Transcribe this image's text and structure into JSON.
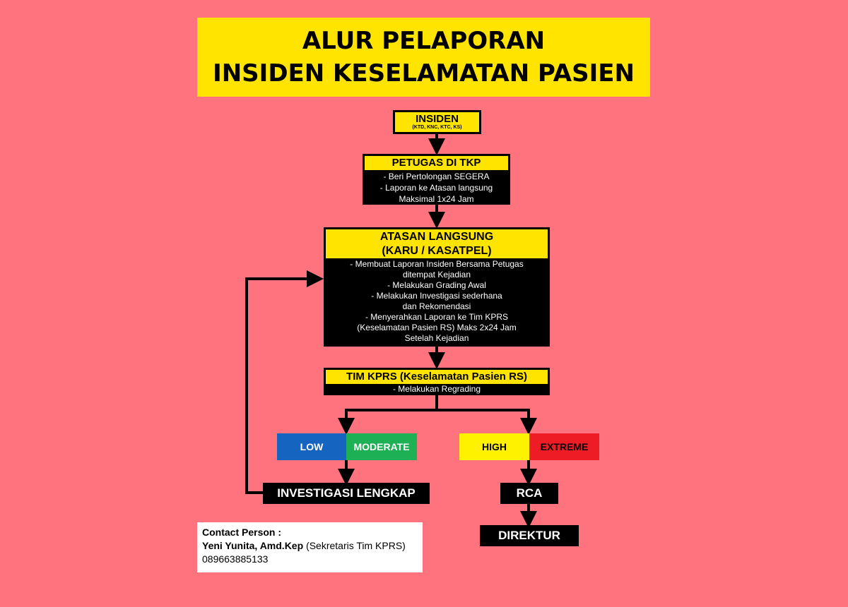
{
  "title": {
    "line1": "ALUR PELAPORAN",
    "line2": "INSIDEN KESELAMATAN PASIEN"
  },
  "insiden": {
    "heading": "INSIDEN",
    "subtext": "(KTD, KNC, KTC, KS)"
  },
  "petugas": {
    "heading": "PETUGAS DI TKP",
    "lines": [
      "-  Beri Pertolongan SEGERA",
      "-  Laporan ke Atasan langsung",
      "Maksimal 1x24 Jam"
    ]
  },
  "atasan": {
    "heading_line1": "ATASAN LANGSUNG",
    "heading_line2": "(KARU / KASATPEL)",
    "lines": [
      "-  Membuat Laporan Insiden Bersama Petugas",
      "ditempat Kejadian",
      "-  Melakukan Grading Awal",
      "-  Melakukan Investigasi sederhana",
      "dan Rekomendasi",
      "-  Menyerahkan Laporan ke Tim KPRS",
      "(Keselamatan Pasien RS) Maks 2x24 Jam",
      "Setelah Kejadian"
    ]
  },
  "tim": {
    "heading": "TIM KPRS (Keselamatan Pasien RS)",
    "line": "-  Melakukan Regrading"
  },
  "categories": {
    "low": "LOW",
    "moderate": "MODERATE",
    "high": "HIGH",
    "extreme": "EXTREME"
  },
  "investigasi": "INVESTIGASI LENGKAP",
  "rca": "RCA",
  "direktur": "DIREKTUR",
  "contact": {
    "label": "Contact Person :",
    "name": "Yeni Yunita, Amd.Kep",
    "role": " (Sekretaris Tim KPRS)",
    "phone": "089663885133"
  },
  "colors": {
    "background": "#FF737F",
    "yellow": "#FFE400",
    "low": "#1565C0",
    "moderate": "#1DB054",
    "high": "#FFF200",
    "extreme": "#EE1C25"
  }
}
